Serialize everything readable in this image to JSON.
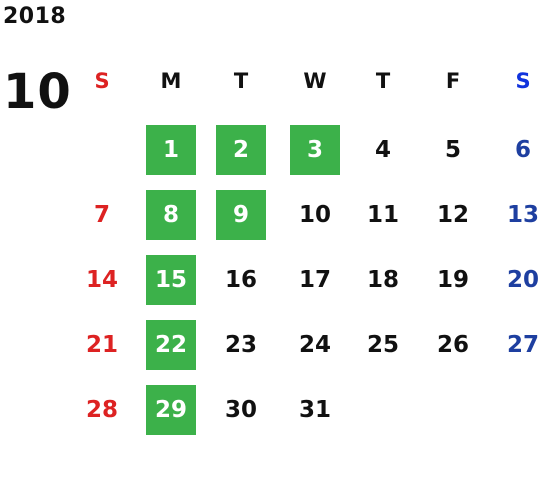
{
  "year": "2018",
  "month": "10",
  "weekdays": [
    {
      "label": "S",
      "kind": "sun"
    },
    {
      "label": "M",
      "kind": "week"
    },
    {
      "label": "T",
      "kind": "week"
    },
    {
      "label": "W",
      "kind": "week"
    },
    {
      "label": "T",
      "kind": "week"
    },
    {
      "label": "F",
      "kind": "week"
    },
    {
      "label": "S",
      "kind": "sat"
    }
  ],
  "first_weekday_index": 1,
  "days_in_month": 31,
  "highlighted_days": [
    1,
    2,
    3,
    8,
    9,
    15,
    22,
    29
  ],
  "colors": {
    "highlight_bg": "#3cb14a",
    "highlight_text": "#ffffff",
    "sunday": "#dd2222",
    "saturday": "#1e3fa0",
    "saturday_header": "#1133dd",
    "default": "#111111"
  }
}
